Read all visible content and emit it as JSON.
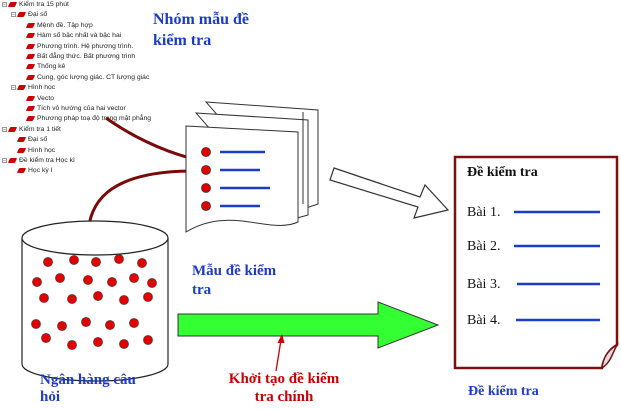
{
  "tree": [
    {
      "label": "Kiểm tra 15 phút",
      "level": 0,
      "toggle": "−"
    },
    {
      "label": "Đại số",
      "level": 1,
      "toggle": "−"
    },
    {
      "label": "Mệnh đề. Tập hợp",
      "level": 2
    },
    {
      "label": "Hàm số bậc nhất và bậc hai",
      "level": 2
    },
    {
      "label": "Phương trình. Hệ phương trình.",
      "level": 2
    },
    {
      "label": "Bất đẳng thức. Bất phương trình",
      "level": 2
    },
    {
      "label": "Thống kê",
      "level": 2
    },
    {
      "label": "Cung, góc lượng giác. CT lượng giác",
      "level": 2
    },
    {
      "label": "Hình học",
      "level": 1,
      "toggle": "−"
    },
    {
      "label": "Vecto",
      "level": 2
    },
    {
      "label": "Tích vô hướng của hai vector",
      "level": 2
    },
    {
      "label": "Phương pháp toạ độ trong mặt phẳng",
      "level": 2
    },
    {
      "label": "Kiểm tra 1 tiết",
      "level": 0,
      "toggle": "−"
    },
    {
      "label": "Đại số",
      "level": 1
    },
    {
      "label": "Hình học",
      "level": 1
    },
    {
      "label": "Đề kiểm tra Học kì",
      "level": 0,
      "toggle": "−"
    },
    {
      "label": "Học kỳ I",
      "level": 1
    }
  ],
  "labels": {
    "group_title_line1": "Nhóm mẫu đề",
    "group_title_line2": "kiểm tra",
    "template_line1": "Mẫu đề kiểm",
    "template_line2": "tra",
    "bank_line1": "Ngân hàng câu",
    "bank_line2": "hỏi",
    "generate_line1": "Khởi tạo đề kiếm",
    "generate_line2": "tra chính",
    "exam_caption": "Đề kiểm tra"
  },
  "exam_doc": {
    "title": "Đề kiểm tra",
    "items": [
      "Bài 1.",
      "Bài 2.",
      "Bài 3.",
      "Bài 4."
    ]
  },
  "colors": {
    "tree_bullet": "#cc0000",
    "question_dot": "#e00000",
    "connector": "#7a0a0a",
    "line_blue": "#1a3cc8",
    "arrow_green": "#33ff33",
    "arrow_red": "#cc0000"
  },
  "icons": {
    "question_bank": "cylinder-icon",
    "template_stack": "document-stack-icon",
    "exam_document": "document-folded-corner-icon"
  }
}
